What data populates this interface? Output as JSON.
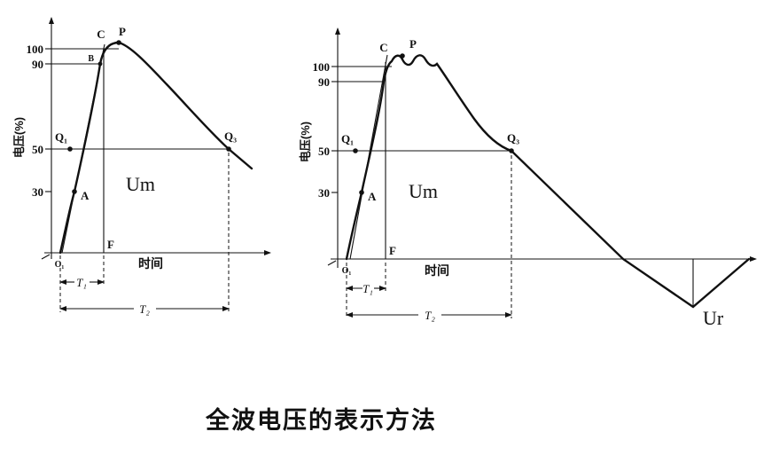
{
  "caption": "全波电压的表示方法",
  "left_chart": {
    "y_axis_label": "电压(%)",
    "x_axis_label": "时间",
    "ticks": {
      "t100": "100",
      "t90": "90",
      "t50": "50",
      "t30": "30"
    },
    "points": {
      "C": "C",
      "P": "P",
      "B": "B",
      "Q1": "Q₁",
      "A": "A",
      "Q3": "Q₃",
      "F": "F",
      "O1": "O₁"
    },
    "peak_label": "Um",
    "front_time_label": "T₁",
    "half_time_label": "T₂"
  },
  "right_chart": {
    "y_axis_label": "电压(%)",
    "x_axis_label": "时间",
    "ticks": {
      "t100": "100",
      "t90": "90",
      "t50": "50",
      "t30": "30"
    },
    "points": {
      "C": "C",
      "P": "P",
      "Q1": "Q₁",
      "A": "A",
      "Q3": "Q₃",
      "F": "F",
      "O1": "O₁"
    },
    "peak_label": "Um",
    "overshoot_label": "Ur",
    "front_time_label": "T₁",
    "half_time_label": "T₂"
  }
}
